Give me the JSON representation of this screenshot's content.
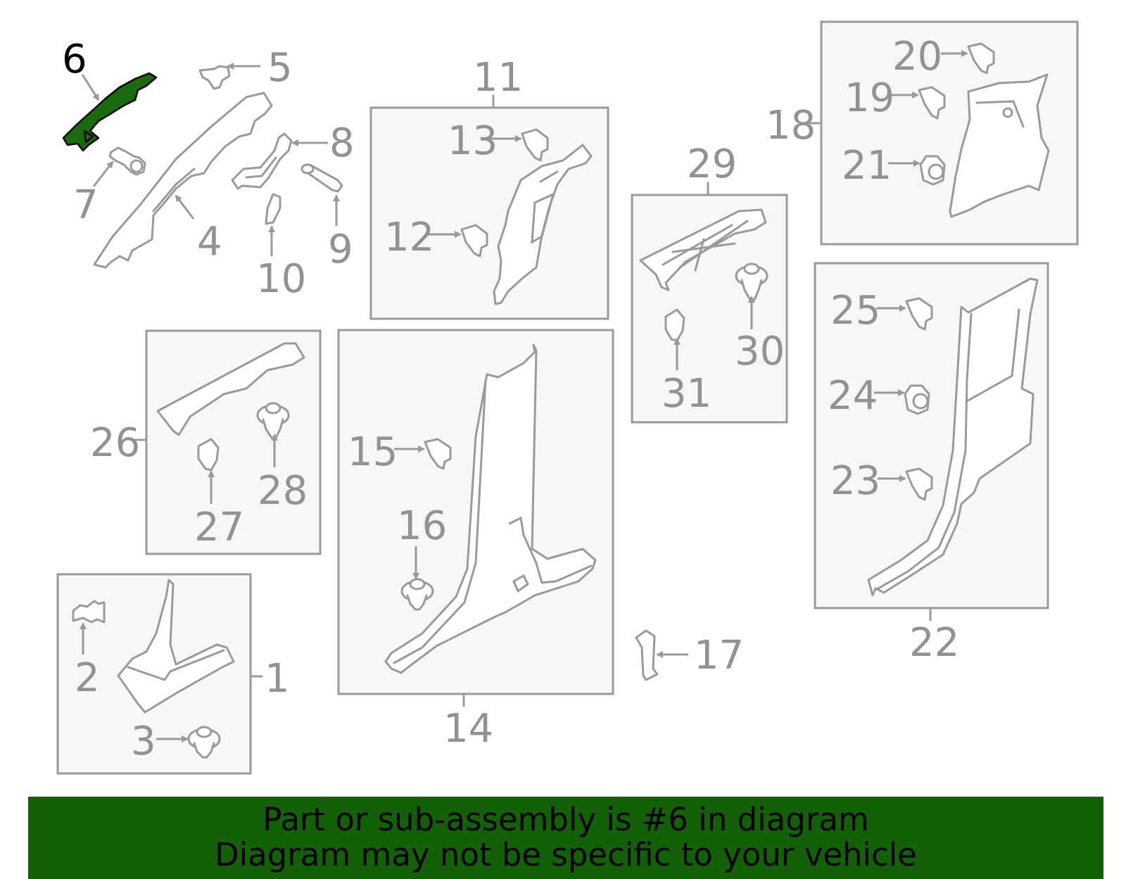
{
  "diagram": {
    "highlighted_part": "6",
    "colors": {
      "highlight": "#1a6b10",
      "banner": "#136008",
      "line_art": "#9a9a9a",
      "label": "#929292"
    },
    "labels": {
      "p1": "1",
      "p2": "2",
      "p3": "3",
      "p4": "4",
      "p5": "5",
      "p6": "6",
      "p7": "7",
      "p8": "8",
      "p9": "9",
      "p10": "10",
      "p11": "11",
      "p12": "12",
      "p13": "13",
      "p14": "14",
      "p15": "15",
      "p16": "16",
      "p17": "17",
      "p18": "18",
      "p19": "19",
      "p20": "20",
      "p21": "21",
      "p22": "22",
      "p23": "23",
      "p24": "24",
      "p25": "25",
      "p26": "26",
      "p27": "27",
      "p28": "28",
      "p29": "29",
      "p30": "30",
      "p31": "31"
    }
  },
  "banner": {
    "line1": "Part or sub-assembly is #6 in diagram",
    "line2": "Diagram may not be specific to your vehicle"
  }
}
